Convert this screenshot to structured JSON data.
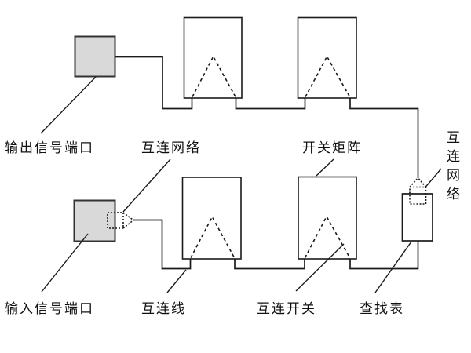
{
  "labels": {
    "output_port": "输出信号端口",
    "interconnect_network_top": "互连网络",
    "switch_matrix": "开关矩阵",
    "interconnect_network_right": "互连网络",
    "input_port": "输入信号端口",
    "interconnect_wire": "互连线",
    "interconnect_switch": "互连开关",
    "lookup_table": "查找表"
  },
  "colors": {
    "background": "#ffffff",
    "line": "#1a1a1a",
    "port_fill": "#d9d9d9",
    "text": "#111111"
  }
}
